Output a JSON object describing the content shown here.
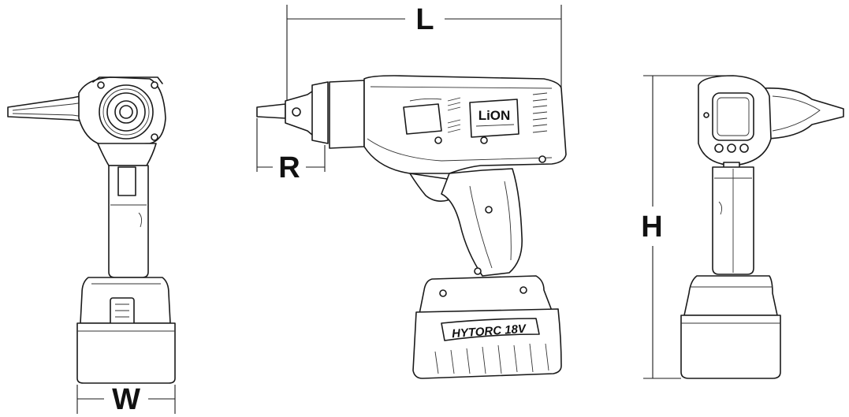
{
  "dimensions": {
    "length": "L",
    "reaction": "R",
    "height": "H",
    "width": "W"
  },
  "labels": {
    "battery_logo": "LiON",
    "battery_brand": "HYTORC 18V"
  },
  "colors": {
    "line": "#1a1a1a",
    "background": "#ffffff"
  }
}
